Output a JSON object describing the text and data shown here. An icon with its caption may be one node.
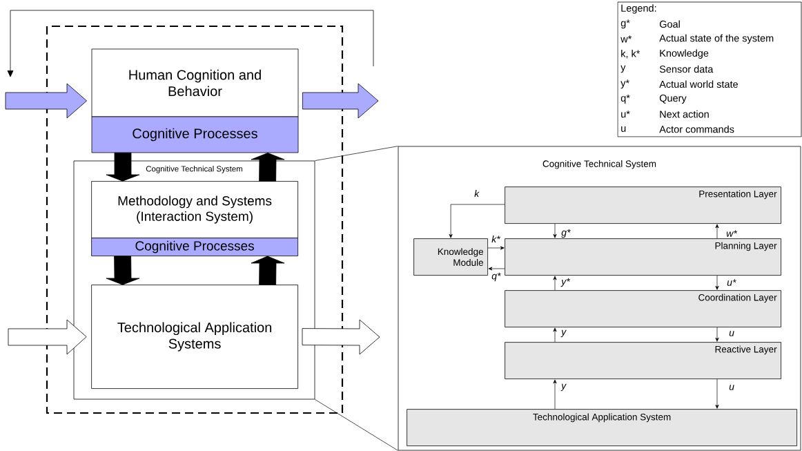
{
  "diagram": {
    "nodes": [
      {
        "text": [
          "Human Cognition and Behavior"
        ]
      },
      {
        "text": [
          "Cognitive Processes"
        ]
      },
      {
        "text": [
          "Cognitive Technical System"
        ]
      },
      {
        "text": [
          "Methodology and Systems (Interaction System)"
        ],
        "in": 2
      },
      {
        "text": [
          "Cognitive Processes"
        ],
        "in": 2
      },
      {
        "text": [
          "Technological Application Systems"
        ],
        "in": 2
      },
      {
        "text": [
          "Cognitive Technical System"
        ]
      },
      {
        "text": [
          "Presentation Layer"
        ],
        "in": 6
      },
      {
        "text": [
          "Knowledge Module"
        ],
        "in": 6
      },
      {
        "text": [
          "Planning Layer"
        ],
        "in": 6
      },
      {
        "text": [
          "Coordination Layer"
        ],
        "in": 6
      },
      {
        "text": [
          "Reactive Layer"
        ],
        "in": 6
      },
      {
        "text": [
          "Technological Application System"
        ],
        "in": 6
      }
    ],
    "edges": [
      {
        "from": null,
        "to": 0,
        "arrow": "to",
        "style": "thick",
        "color": "#aaaaff"
      },
      {
        "from": 0,
        "to": null,
        "arrow": "to",
        "style": "thick",
        "color": "#aaaaff"
      },
      {
        "from": null,
        "to": 5,
        "arrow": "to",
        "style": "thick",
        "color": "#ffffff"
      },
      {
        "from": 5,
        "to": null,
        "arrow": "to",
        "style": "thick",
        "color": "#ffffff"
      },
      {
        "from": 1,
        "to": 3,
        "arrow": "to",
        "style": "thick"
      },
      {
        "from": 3,
        "to": 1,
        "arrow": "to",
        "style": "thick"
      },
      {
        "from": 4,
        "to": 5,
        "arrow": "to",
        "style": "thick"
      },
      {
        "from": 5,
        "to": 4,
        "arrow": "to",
        "style": "thick"
      },
      {
        "from": 2,
        "to": 6,
        "arrow": "none"
      },
      {
        "from": 2,
        "to": 6,
        "arrow": "none"
      },
      {
        "from": 7,
        "to": 8,
        "arrow": "to",
        "label": "k"
      },
      {
        "from": 7,
        "to": 9,
        "arrow": "to",
        "label": "g*"
      },
      {
        "from": 9,
        "to": 7,
        "arrow": "to",
        "label": "w*"
      },
      {
        "from": 8,
        "to": 9,
        "arrow": "to",
        "label": "k*"
      },
      {
        "from": 9,
        "to": 8,
        "arrow": "to",
        "label": "q*"
      },
      {
        "from": 10,
        "to": 9,
        "arrow": "to",
        "label": "y*"
      },
      {
        "from": 9,
        "to": 10,
        "arrow": "to",
        "label": "u*"
      },
      {
        "from": 11,
        "to": 10,
        "arrow": "to",
        "label": "y"
      },
      {
        "from": 10,
        "to": 11,
        "arrow": "to",
        "label": "u"
      },
      {
        "from": 12,
        "to": 11,
        "arrow": "to",
        "label": "y"
      },
      {
        "from": 11,
        "to": 12,
        "arrow": "to",
        "label": "u"
      }
    ],
    "labels": [
      "Legend:",
      "g*",
      "Goal",
      "w*",
      "Actual state of the system",
      "k, k*",
      "Knowledge",
      "y",
      "Sensor data",
      "y*",
      "Actual world state",
      "q*",
      "Query",
      "u*",
      "Next action",
      "u",
      "Actor commands"
    ]
  }
}
